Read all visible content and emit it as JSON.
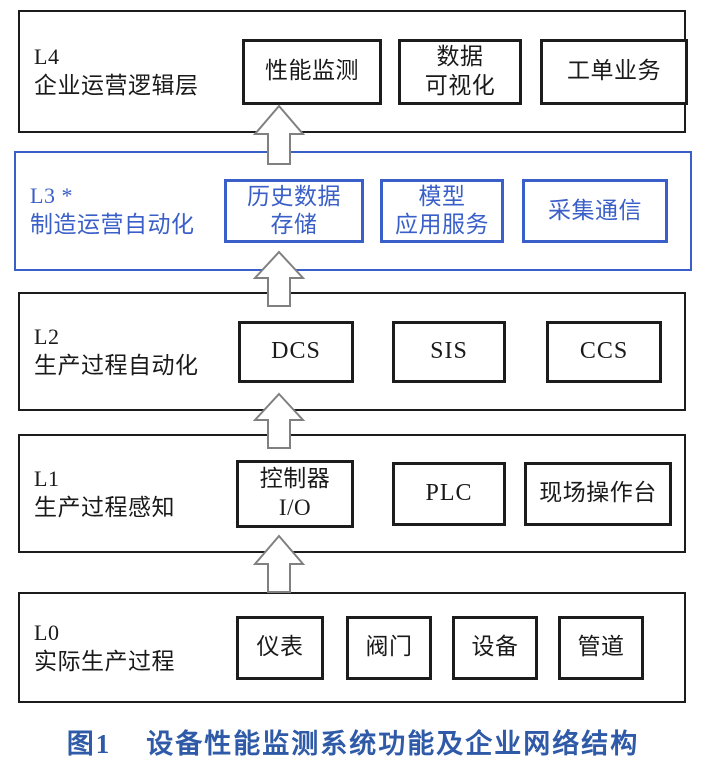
{
  "figure": {
    "caption_label": "图1",
    "caption_text": "设备性能监测系统功能及企业网络结构",
    "accent_color": "#3a5fc8",
    "caption_color": "#2f5aa8",
    "line_color": "#1c1c1c",
    "background_color": "#ffffff"
  },
  "layers": [
    {
      "code": "L4",
      "name": "企业运营逻辑层",
      "highlighted": false,
      "nodes": [
        {
          "label": "性能监测"
        },
        {
          "label": "数据\n可视化"
        },
        {
          "label": "工单业务"
        }
      ]
    },
    {
      "code": "L3 *",
      "name": "制造运营自动化",
      "highlighted": true,
      "nodes": [
        {
          "label": "历史数据\n存储"
        },
        {
          "label": "模型\n应用服务"
        },
        {
          "label": "采集通信"
        }
      ]
    },
    {
      "code": "L2",
      "name": "生产过程自动化",
      "highlighted": false,
      "nodes": [
        {
          "label": "DCS"
        },
        {
          "label": "SIS"
        },
        {
          "label": "CCS"
        }
      ]
    },
    {
      "code": "L1",
      "name": "生产过程感知",
      "highlighted": false,
      "nodes": [
        {
          "label": "控制器\nI/O"
        },
        {
          "label": "PLC"
        },
        {
          "label": "现场操作台"
        }
      ]
    },
    {
      "code": "L0",
      "name": "实际生产过程",
      "highlighted": false,
      "nodes": [
        {
          "label": "仪表"
        },
        {
          "label": "阀门"
        },
        {
          "label": "设备"
        },
        {
          "label": "管道"
        }
      ]
    }
  ],
  "connectors": [
    {
      "name": "arrow-l3-to-l4",
      "from": "L3",
      "to": "L4",
      "direction": "up"
    },
    {
      "name": "arrow-l2-to-l3",
      "from": "L2",
      "to": "L3",
      "direction": "up"
    },
    {
      "name": "arrow-l1-to-l2",
      "from": "L1",
      "to": "L2",
      "direction": "up"
    },
    {
      "name": "arrow-l0-to-l1",
      "from": "L0",
      "to": "L1",
      "direction": "up"
    }
  ]
}
